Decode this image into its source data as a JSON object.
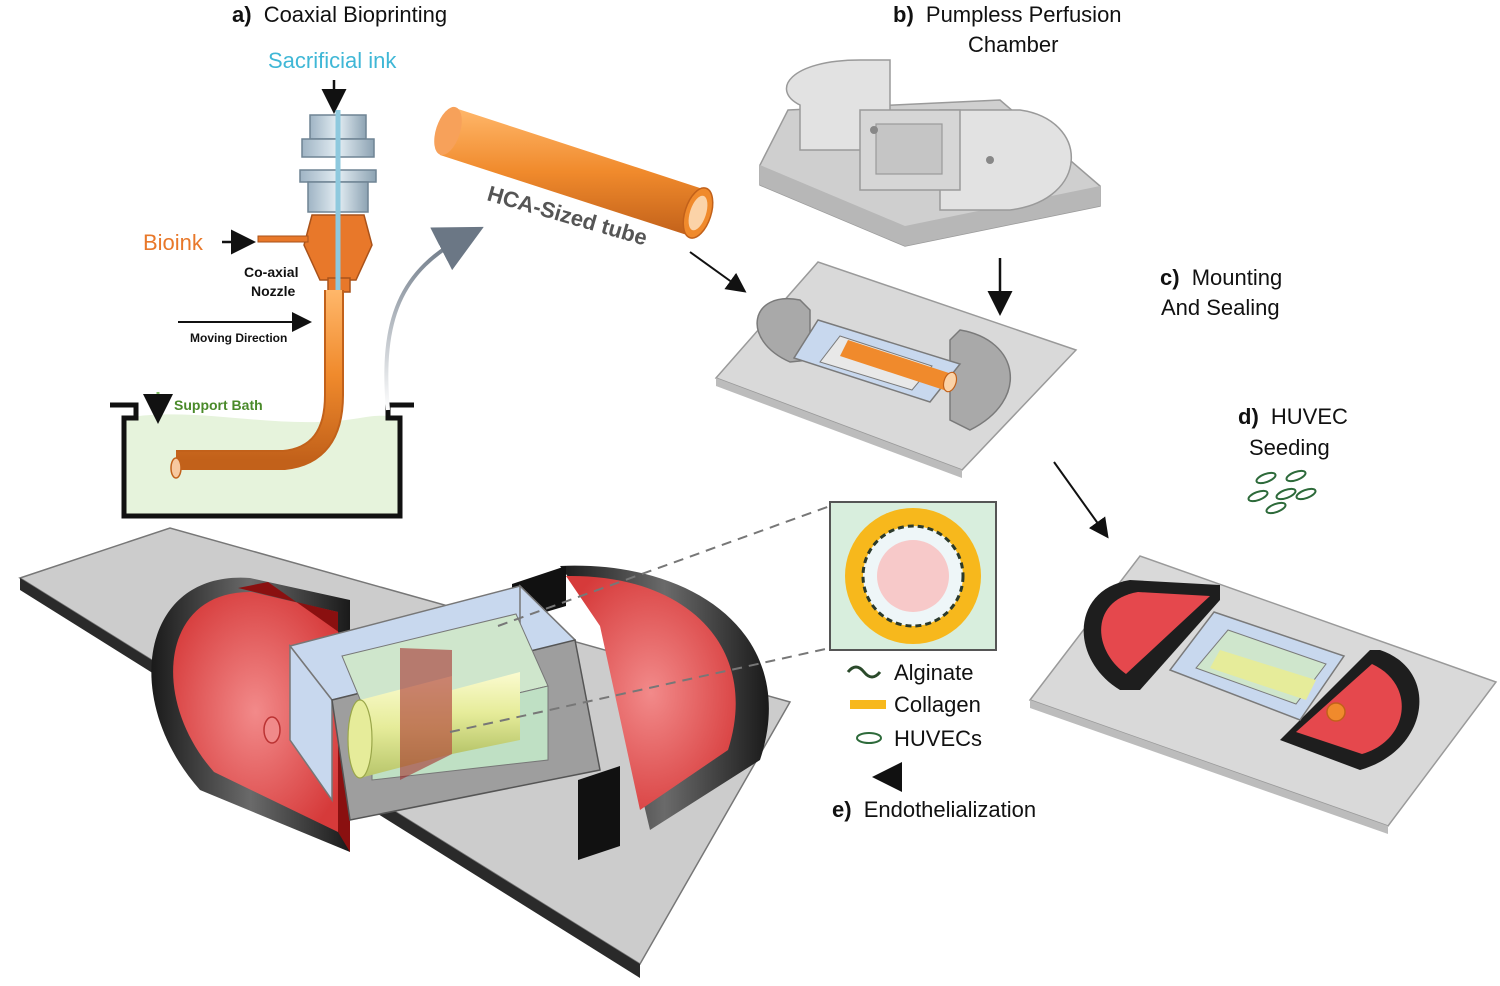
{
  "panel_a": {
    "letter": "a)",
    "title": "Coaxial Bioprinting",
    "sacrificial_ink": "Sacrificial ink",
    "bioink": "Bioink",
    "nozzle_line1": "Co-axial",
    "nozzle_line2": "Nozzle",
    "moving_direction": "Moving Direction",
    "support_bath": "Support Bath",
    "tube_label": "HCA-Sized tube"
  },
  "panel_b": {
    "letter": "b)",
    "title_line1": "Pumpless Perfusion",
    "title_line2": "Chamber"
  },
  "panel_c": {
    "letter": "c)",
    "title_line1": "Mounting",
    "title_line2": "And Sealing"
  },
  "panel_d": {
    "letter": "d)",
    "title_line1": "HUVEC",
    "title_line2": "Seeding"
  },
  "panel_e": {
    "letter": "e)",
    "title": "Endothelialization"
  },
  "legend": [
    {
      "label": "Alginate",
      "icon": "alginate-squiggle-icon"
    },
    {
      "label": "Collagen",
      "icon": "collagen-bar-icon"
    },
    {
      "label": "HUVECs",
      "icon": "huvec-cell-icon"
    }
  ],
  "colors": {
    "sacrificial_ink": "#3fb7d6",
    "bioink": "#e8782a",
    "support_bath_text": "#4a8a2a",
    "bath_fill": "#e6f3dc",
    "chamber_grey": "#d9d9d9",
    "media_red": "#e5484d",
    "tube_orange": "#f08a2c",
    "collagen": "#f7b81c",
    "window_blue": "#c8d8ee"
  }
}
